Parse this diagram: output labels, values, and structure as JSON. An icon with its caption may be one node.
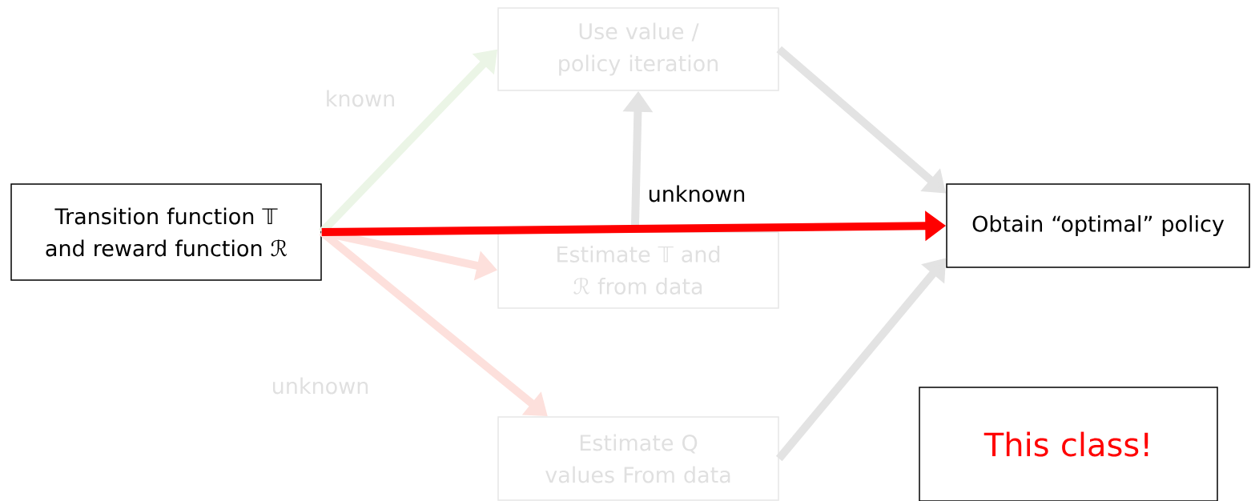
{
  "diagram": {
    "nodes": [
      {
        "text": [
          "Transition function 𝕋 and reward function ℛ"
        ]
      },
      {
        "text": [
          "Use value / policy iteration"
        ]
      },
      {
        "text": [
          "Estimate 𝕋 and ℛ from data"
        ]
      },
      {
        "text": [
          "Estimate Q values From data"
        ]
      },
      {
        "text": [
          "Obtain “optimal” policy"
        ]
      },
      {
        "text": [
          "This class!"
        ]
      }
    ],
    "edges": [
      {
        "from": 0,
        "to": 1,
        "arrow": "to",
        "label": "known",
        "color": "#ebf5e6"
      },
      {
        "from": 0,
        "to": 2,
        "arrow": "to",
        "color": "#fde0dc"
      },
      {
        "from": 0,
        "to": 3,
        "arrow": "to",
        "label": "unknown",
        "color": "#fde0dc"
      },
      {
        "from": 2,
        "to": 1,
        "arrow": "to"
      },
      {
        "from": 1,
        "to": 4,
        "arrow": "to"
      },
      {
        "from": 3,
        "to": 4,
        "arrow": "to"
      },
      {
        "from": 0,
        "to": 4,
        "arrow": "to",
        "label": "unknown",
        "color": "#ff0000"
      }
    ]
  }
}
